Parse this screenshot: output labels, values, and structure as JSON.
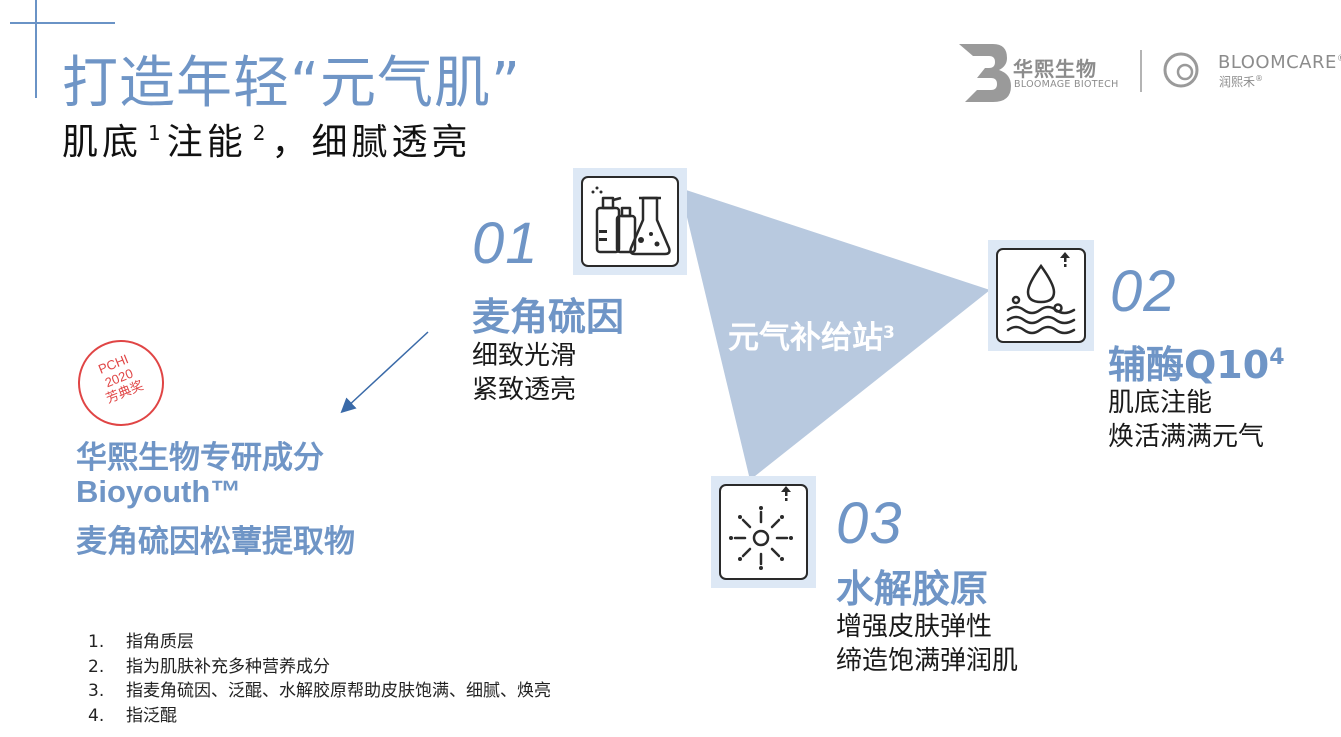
{
  "header": {
    "title": "打造年轻“元气肌”",
    "subtitle_parts": [
      "肌底",
      "1",
      "注能",
      "2",
      "，细腻透亮"
    ]
  },
  "logo": {
    "brand_cn": "华熙生物",
    "brand_en": "BLOOMAGE BIOTECH",
    "sub_brand_en": "BLOOMCARE",
    "sub_brand_cn": "润熙禾",
    "registered_mark": "®"
  },
  "hub": {
    "label": "元气补给站",
    "note_ref": "3"
  },
  "items": [
    {
      "number": "01",
      "title": "麦角硫因",
      "note_ref": "",
      "desc": [
        "细致光滑",
        "紧致透亮"
      ],
      "icon": "spray-bottle-flask-icon"
    },
    {
      "number": "02",
      "title": "辅酶Q10",
      "note_ref": "4",
      "desc": [
        "肌底注能",
        "焕活满满元气"
      ],
      "icon": "water-drop-waves-icon"
    },
    {
      "number": "03",
      "title": "水解胶原",
      "note_ref": "",
      "desc": [
        "增强皮肤弹性",
        "缔造饱满弹润肌"
      ],
      "icon": "collagen-burst-icon"
    }
  ],
  "award_stamp": {
    "line1": "PCHI",
    "line2": "2020",
    "line3": "芳典奖"
  },
  "ingredient": {
    "line1": "华熙生物专研成分",
    "line2": "Bioyouth™",
    "line3": "麦角硫因松蕈提取物"
  },
  "notes": [
    {
      "num": "1.",
      "text": "指角质层"
    },
    {
      "num": "2.",
      "text": "指为肌肤补充多种营养成分"
    },
    {
      "num": "3.",
      "text": "指麦角硫因、泛醌、水解胶原帮助皮肤饱满、细腻、焕亮"
    },
    {
      "num": "4.",
      "text": "指泛醌"
    }
  ],
  "colors": {
    "accent": "#6f95c6",
    "triangle": "#b8c9df",
    "icon_bg": "#dde8f5",
    "stamp_red": "#e04545"
  }
}
